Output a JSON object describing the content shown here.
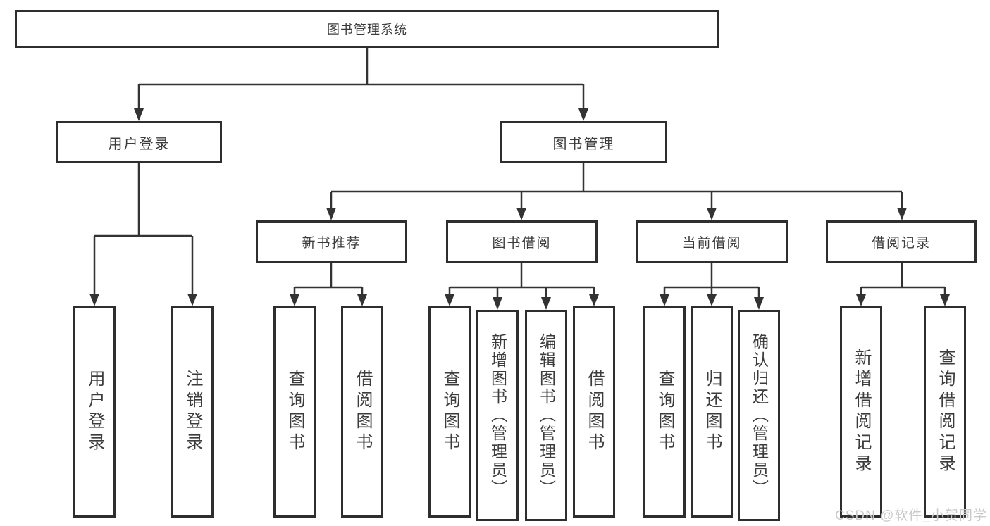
{
  "diagram": {
    "title": "图书管理系统",
    "tree": {
      "root": "图书管理系统",
      "branches": [
        {
          "label": "用户登录",
          "children": [
            "用户登录",
            "注销登录"
          ]
        },
        {
          "label": "图书管理",
          "groups": [
            {
              "label": "新书推荐",
              "children": [
                "查询图书",
                "借阅图书"
              ]
            },
            {
              "label": "图书借阅",
              "children": [
                "查询图书",
                "新增图书（管理员）",
                "编辑图书（管理员）",
                "借阅图书"
              ]
            },
            {
              "label": "当前借阅",
              "children": [
                "查询图书",
                "归还图书",
                "确认归还（管理员）"
              ]
            },
            {
              "label": "借阅记录",
              "children": [
                "新增借阅记录",
                "查询借阅记录"
              ]
            }
          ]
        }
      ]
    },
    "colors": {
      "line": "#333333",
      "border": "#2e2e2e",
      "text": "#3c3c3c",
      "background": "#ffffff",
      "watermark": "#c9c9c9"
    }
  },
  "watermark": {
    "text": "CSDN @软件_小贺同学"
  }
}
